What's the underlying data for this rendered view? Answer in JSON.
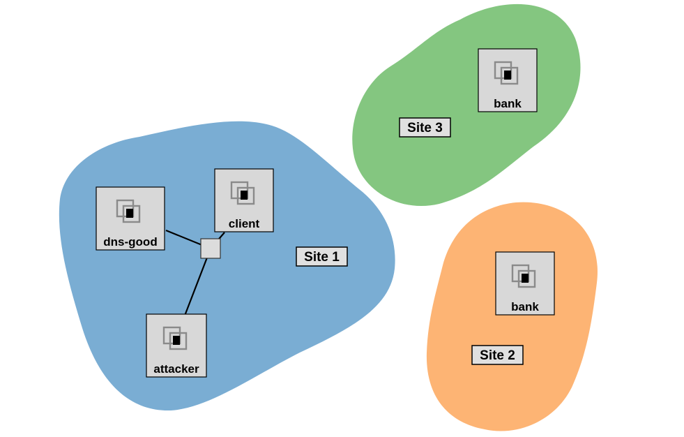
{
  "colors": {
    "site1": "#7aadd3",
    "site2": "#fdb474",
    "site3": "#84c680"
  },
  "sites": [
    {
      "id": "site1",
      "label": "Site 1"
    },
    {
      "id": "site2",
      "label": "Site 2"
    },
    {
      "id": "site3",
      "label": "Site 3"
    }
  ],
  "nodes": [
    {
      "id": "dns-good",
      "label": "dns-good",
      "site": "Site 1",
      "icon": "vm-icon"
    },
    {
      "id": "client",
      "label": "client",
      "site": "Site 1",
      "icon": "vm-icon"
    },
    {
      "id": "attacker",
      "label": "attacker",
      "site": "Site 1",
      "icon": "vm-icon"
    },
    {
      "id": "bank-site3",
      "label": "bank",
      "site": "Site 3",
      "icon": "vm-icon"
    },
    {
      "id": "bank-site2",
      "label": "bank",
      "site": "Site 2",
      "icon": "vm-icon"
    }
  ],
  "links": [
    {
      "from": "dns-good",
      "to": "lan-switch"
    },
    {
      "from": "client",
      "to": "lan-switch"
    },
    {
      "from": "attacker",
      "to": "lan-switch"
    }
  ]
}
